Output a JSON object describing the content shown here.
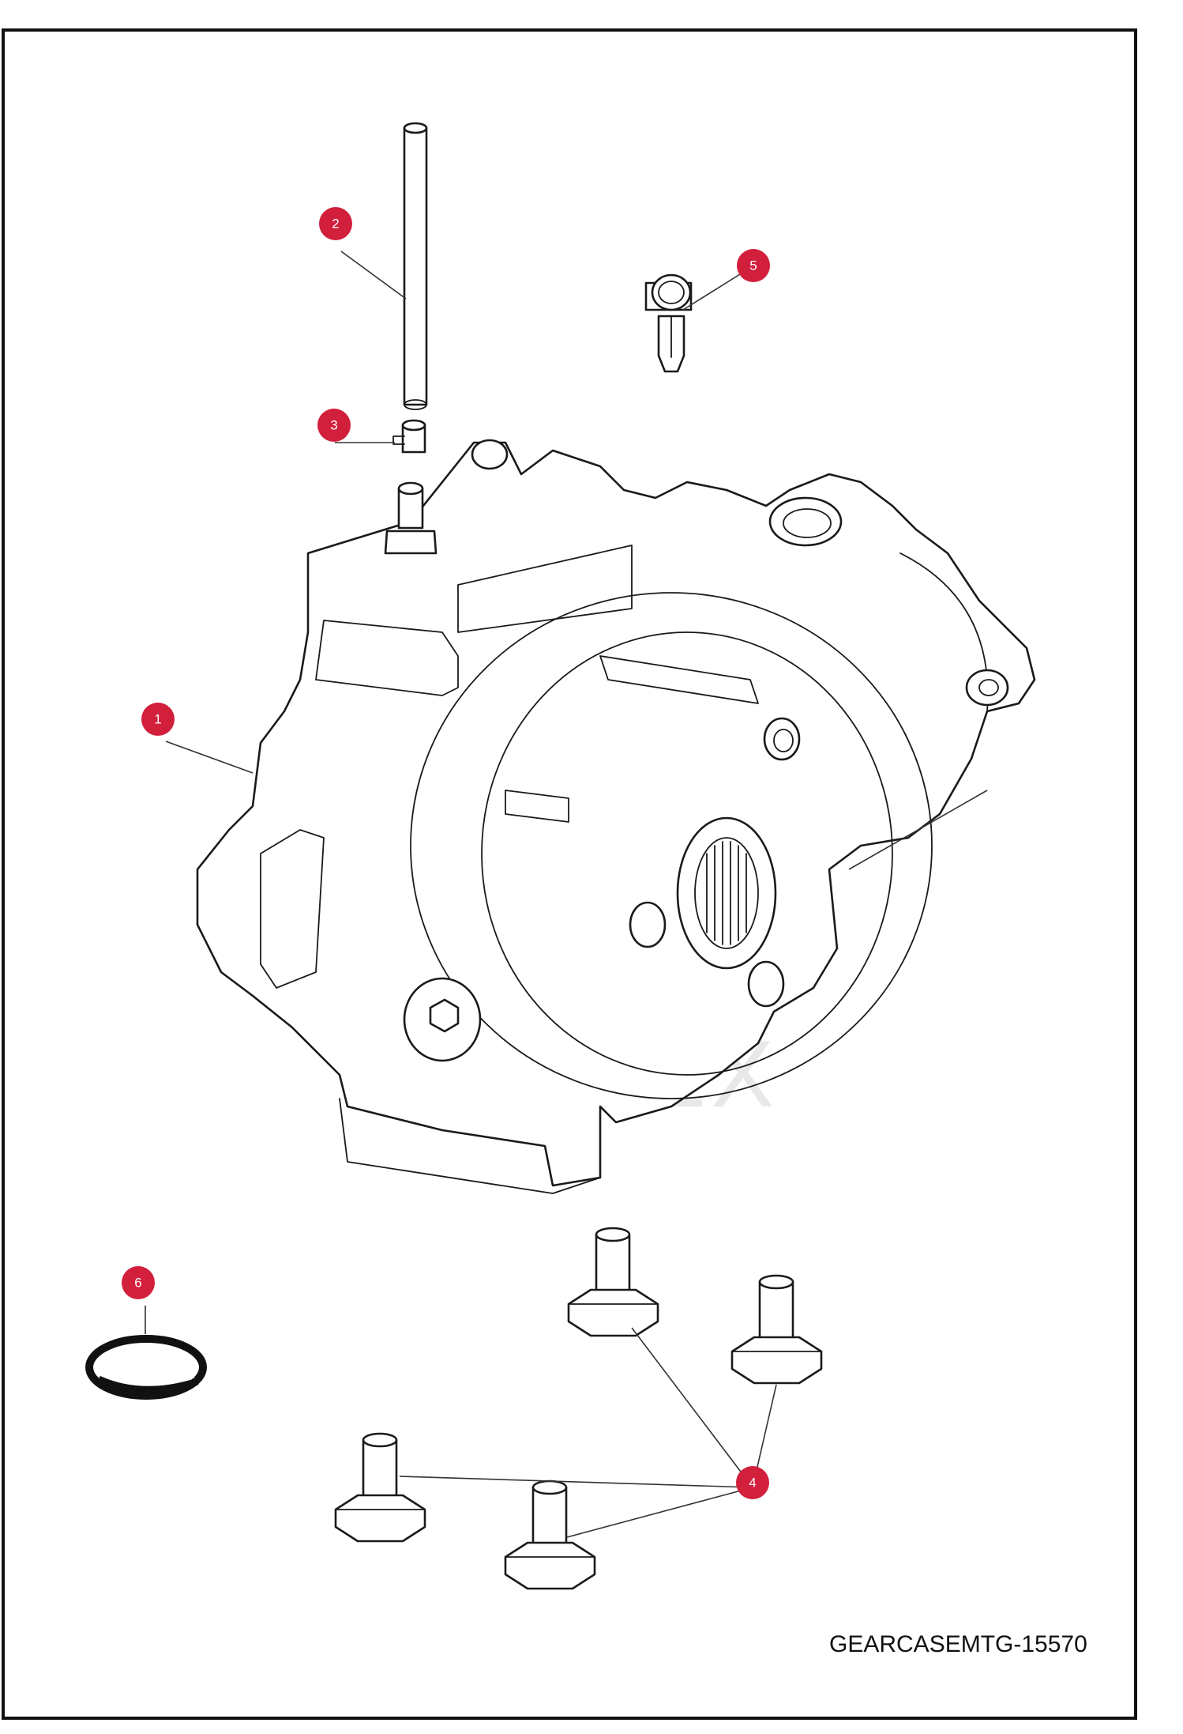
{
  "drawing": {
    "code": "GEARCASEMTG-15570"
  },
  "callouts": [
    {
      "number": "1",
      "part": "gearcase-housing"
    },
    {
      "number": "2",
      "part": "breather-tube"
    },
    {
      "number": "3",
      "part": "hose-clamp"
    },
    {
      "number": "4",
      "part": "flange-bolt"
    },
    {
      "number": "5",
      "part": "breather-valve"
    },
    {
      "number": "6",
      "part": "seal-ring"
    }
  ],
  "watermark": {
    "text": "ИНТЕХ",
    "color": "#e8394f"
  },
  "colors": {
    "callout": "#d21f3c",
    "line": "#1a1a1a"
  }
}
